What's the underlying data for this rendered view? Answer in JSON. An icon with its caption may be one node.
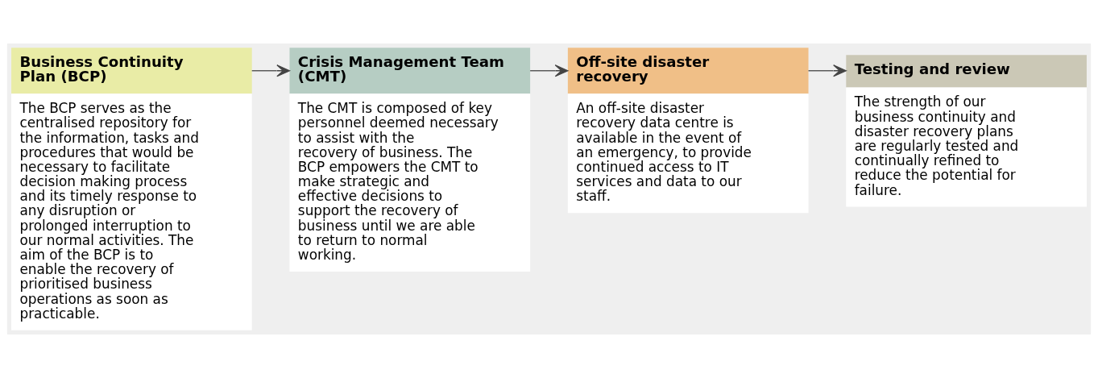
{
  "diagram": {
    "nodes": [
      {
        "text": [
          "Business Continuity Plan (BCP)",
          "The BCP serves as the centralised repository for the information, tasks and procedures that would be necessary to facilitate decision making process and its timely response to any disruption or prolonged interruption to our normal activities. The aim of the BCP is to enable the recovery of prioritised business operations as soon as practicable."
        ]
      },
      {
        "text": [
          "Crisis Management Team (CMT)",
          "The CMT is composed of key personnel deemed necessary to assist with the recovery of business. The BCP empowers the CMT to make strategic and effective decisions to support the recovery of business until we are able to return to normal working."
        ]
      },
      {
        "text": [
          "Off-site disaster recovery",
          "An off-site disaster recovery data centre is available in the event of an emergency, to provide continued access to IT services and data to our staff."
        ]
      },
      {
        "text": [
          "Testing and review",
          "The strength of our business continuity and disaster recovery plans are regularly tested and continually refined to reduce the potential for failure."
        ]
      }
    ],
    "edges": [
      {
        "from": 0,
        "to": 1,
        "arrow": "to"
      },
      {
        "from": 1,
        "to": 2,
        "arrow": "to"
      },
      {
        "from": 2,
        "to": 3,
        "arrow": "to"
      }
    ]
  }
}
